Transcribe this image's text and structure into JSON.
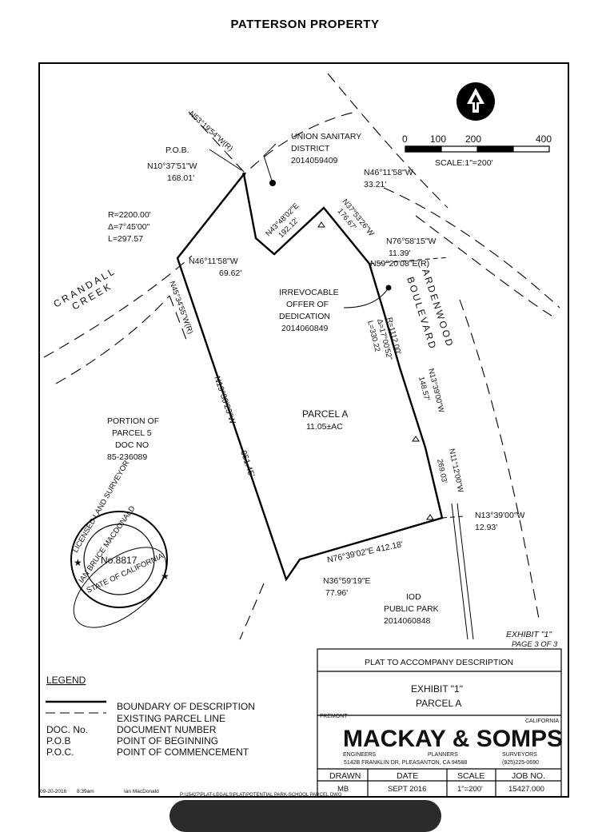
{
  "title": "PATTERSON PROPERTY",
  "north_arrow_icon": "north-arrow-icon",
  "scale_bar": {
    "ticks": [
      "0",
      "100",
      "200",
      "400"
    ],
    "label": "SCALE:1\"=200'"
  },
  "labels": {
    "pob": "P.O.B.",
    "n53": "N53°19'54\"W(R)",
    "union_sanitary": [
      "UNION SANITARY",
      "DISTRICT",
      "2014059409"
    ],
    "n10": [
      "N10°37'51\"W",
      "168.01'"
    ],
    "curve1": [
      "R=2200.00'",
      "Δ=7°45'00\"",
      "L=297.57"
    ],
    "n43": [
      "N43°48'02\"E",
      "192.12'"
    ],
    "n46_top": [
      "N46°11'58\"W",
      "33.21'"
    ],
    "n37": [
      "N37°53'26\"W",
      "176.67'"
    ],
    "n46_mid": [
      "N46°11'58\"W",
      "69.62'"
    ],
    "n76_top": [
      "N76°58'15\"W",
      "11.39'"
    ],
    "n59": "N59°20'08\"E(R)",
    "crandall_creek": [
      "CRANDALL",
      "CREEK"
    ],
    "n45": "N45°34'55\"W(R)",
    "irrevocable": [
      "IRREVOCABLE",
      "OFFER OF",
      "DEDICATION",
      "2014060849"
    ],
    "ardenwood": [
      "ARDENWOOD",
      "BOULEVARD"
    ],
    "curve2": [
      "R=1112.00'",
      "Δ=17°00'52\"",
      "L=330.22"
    ],
    "n13_east": [
      "N13°39'00\"W",
      "148.57'"
    ],
    "n19": [
      "N19°30'23\"W",
      "951.45'"
    ],
    "parcel_a": [
      "PARCEL A",
      "11.05±AC"
    ],
    "portion_parcel": [
      "PORTION OF",
      "PARCEL 5",
      "DOC NO",
      "85-236089"
    ],
    "n11": [
      "N11°12'00\"W",
      "269.03'"
    ],
    "n13_se": [
      "N13°39'00\"W",
      "12.93'"
    ],
    "n76_bottom": "N76°39'02\"E 412.18'",
    "n36": [
      "N36°59'19\"E",
      "77.96'"
    ],
    "iod_park": [
      "IOD",
      "PUBLIC PARK",
      "2014060848"
    ],
    "exhibit_corner": [
      "EXHIBIT \"1\"",
      "PAGE 3 OF 3"
    ]
  },
  "seal": {
    "outer_text": "LICENSED LAND SURVEYOR",
    "name": "IAN BRUCE MACDONALD",
    "number": "No.8817",
    "state": "STATE OF CALIFORNIA"
  },
  "legend": {
    "heading": "LEGEND",
    "items": [
      {
        "key": "",
        "desc": "BOUNDARY OF DESCRIPTION"
      },
      {
        "key": "",
        "desc": "EXISTING PARCEL LINE"
      },
      {
        "key": "DOC. No.",
        "desc": "DOCUMENT NUMBER"
      },
      {
        "key": "P.O.B",
        "desc": "POINT OF BEGINNING"
      },
      {
        "key": "P.O.C.",
        "desc": "POINT OF COMMENCEMENT"
      }
    ]
  },
  "title_block": {
    "heading": "PLAT TO ACCOMPANY DESCRIPTION",
    "exhibit": "EXHIBIT \"1\"",
    "parcel": "PARCEL A",
    "city": "FREMONT",
    "state": "CALIFORNIA",
    "firm": "MACKAY & SOMPS",
    "roles": [
      "ENGINEERS",
      "PLANNERS",
      "SURVEYORS"
    ],
    "address": "5142B FRANKLIN DR, PLEASANTON, CA 94588",
    "phone": "(925)225-0690",
    "headers": [
      "DRAWN",
      "DATE",
      "SCALE",
      "JOB NO."
    ],
    "values": [
      "MB",
      "SEPT 2016",
      "1\"=200'",
      "15427.000"
    ]
  },
  "footer": {
    "date": "09-20-2016",
    "time": "8:39am",
    "user": "Ian MacDonald",
    "path": "P:\\15427\\PLAT-LEGALS\\PLAT\\POTENTIAL PARK-SCHOOL PARCEL.DWG"
  }
}
